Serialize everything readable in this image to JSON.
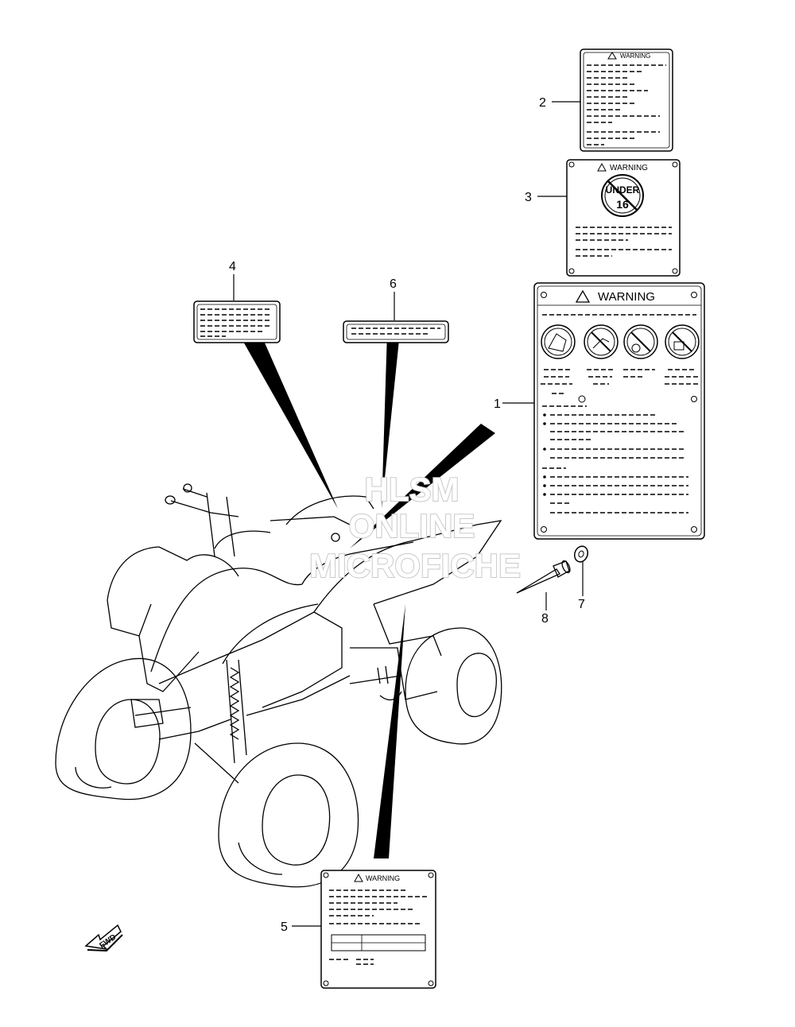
{
  "callouts": [
    "1",
    "2",
    "3",
    "4",
    "5",
    "6",
    "7",
    "8"
  ],
  "labels": {
    "warning": "WARNING",
    "warning_small": "WARNING",
    "under": "UNDER",
    "age": "16",
    "fwd": "FWD"
  },
  "watermark": {
    "line1": "HLSM",
    "line2": "ONLINE",
    "line3": "MICROFICHE"
  }
}
